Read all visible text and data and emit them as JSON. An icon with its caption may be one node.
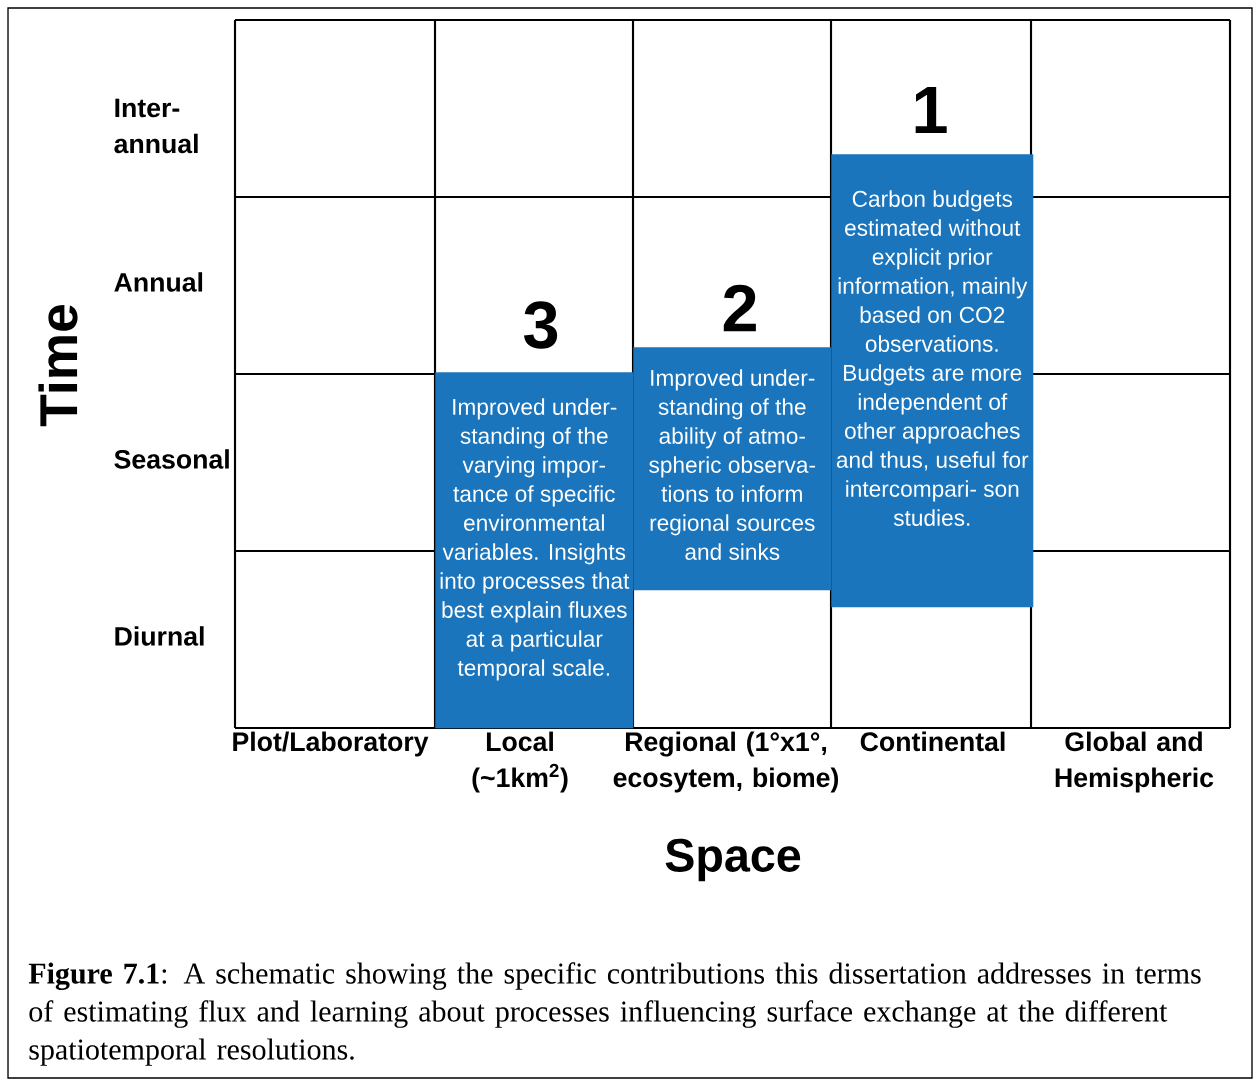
{
  "diagram": {
    "nodes": [
      {
        "text": [
          "3",
          "Improved under- standing of the varying impor- tance of specific environmental variables. Insights into processes that best explain fluxes at a particular temporal scale."
        ]
      },
      {
        "text": [
          "2",
          "Improved under- standing of the ability of atmo- spheric observa- tions to inform regional sources and sinks"
        ]
      },
      {
        "text": [
          "1",
          "Carbon budgets estimated without explicit prior information, mainly based on CO2 observations. Budgets are more independent of other approaches and thus, useful for intercompari- son studies."
        ]
      }
    ],
    "labels": [
      "Inter- annual",
      "Annual",
      "Time",
      "Seasonal",
      "Diurnal",
      "Plot/Laboratory",
      "Local (~1km$^{2}$)",
      "Regional (1°x1°, ecosytem, biome)",
      "Continental",
      "Global and Hemispheric",
      "Space"
    ],
    "caption": "**Figure 7.1**: A schematic showing the specific contributions this dissertation addresses in terms of estimating flux and learning about processes influencing surface exchange at the different spatiotemporal resolutions."
  }
}
